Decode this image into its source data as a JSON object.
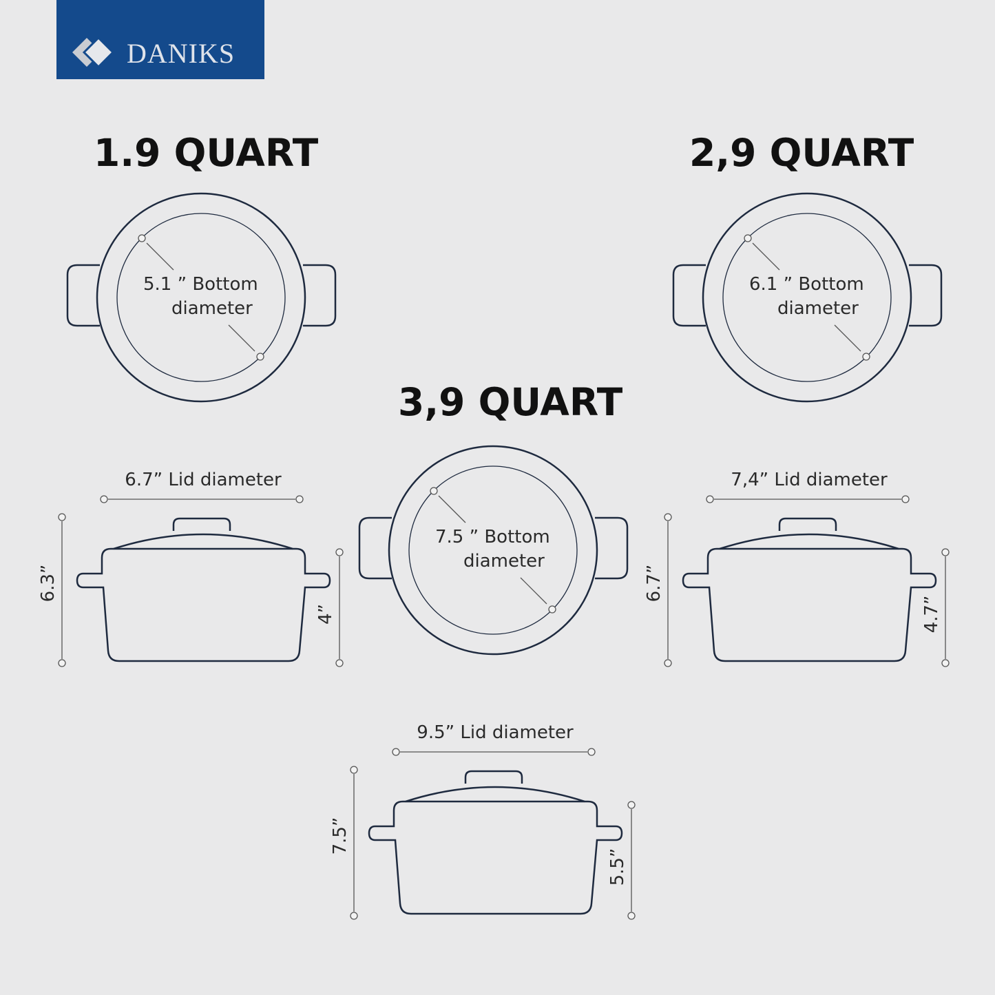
{
  "brand": {
    "name": "DANIKS",
    "color": "#144a8c"
  },
  "colors": {
    "outline": "#1e2a3f",
    "background": "#e9e9ea"
  },
  "pots": [
    {
      "title": "1.9 QUART",
      "bottom_line1": "5.1 ” Bottom",
      "bottom_line2": "diameter",
      "lid": "6.7” Lid diameter",
      "height_total": "6.3”",
      "height_body": "4”"
    },
    {
      "title": "2,9 QUART",
      "bottom_line1": "6.1 ” Bottom",
      "bottom_line2": "diameter",
      "lid": "7,4” Lid diameter",
      "height_total": "6.7”",
      "height_body": "4.7”"
    },
    {
      "title": "3,9 QUART",
      "bottom_line1": "7.5 ” Bottom",
      "bottom_line2": "diameter",
      "lid": "9.5” Lid diameter",
      "height_total": "7.5”",
      "height_body": "5.5”"
    }
  ]
}
